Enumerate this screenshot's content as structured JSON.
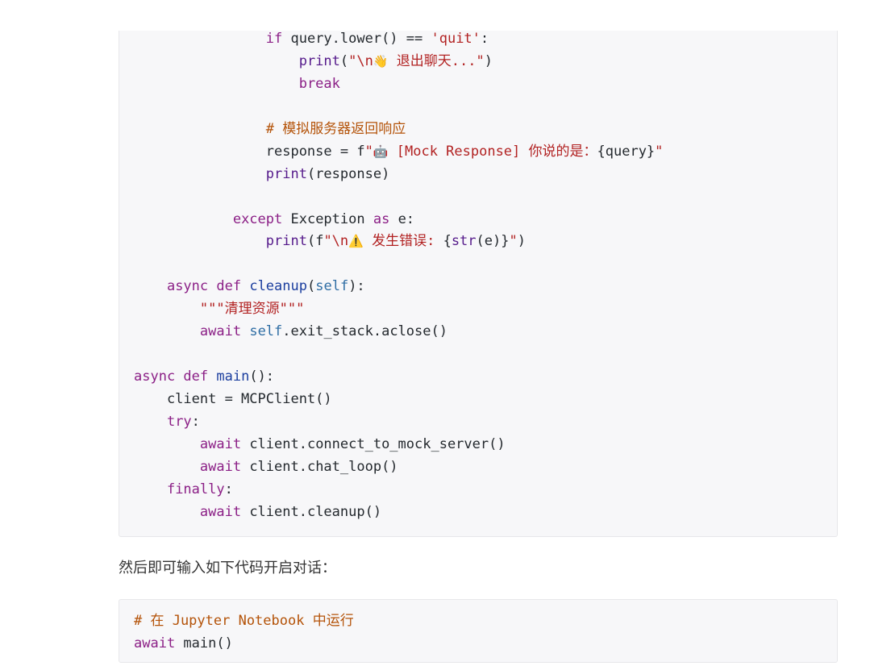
{
  "code_block_1": {
    "lines": [
      "                if query.lower() == 'quit':",
      "                    print(\"\\n👋 退出聊天...\")",
      "                    break",
      "",
      "                # 模拟服务器返回响应",
      "                response = f\"🤖 [Mock Response] 你说的是：{query}\"",
      "                print(response)",
      "",
      "            except Exception as e:",
      "                print(f\"\\n⚠️ 发生错误: {str(e)}\")",
      "",
      "    async def cleanup(self):",
      "        \"\"\"清理资源\"\"\"",
      "        await self.exit_stack.aclose()",
      "",
      "async def main():",
      "    client = MCPClient()",
      "    try:",
      "        await client.connect_to_mock_server()",
      "        await client.chat_loop()",
      "    finally:",
      "        await client.cleanup()"
    ]
  },
  "paragraph": "然后即可输入如下代码开启对话：",
  "code_block_2": {
    "lines": [
      "# 在 Jupyter Notebook 中运行",
      "await main()"
    ]
  }
}
